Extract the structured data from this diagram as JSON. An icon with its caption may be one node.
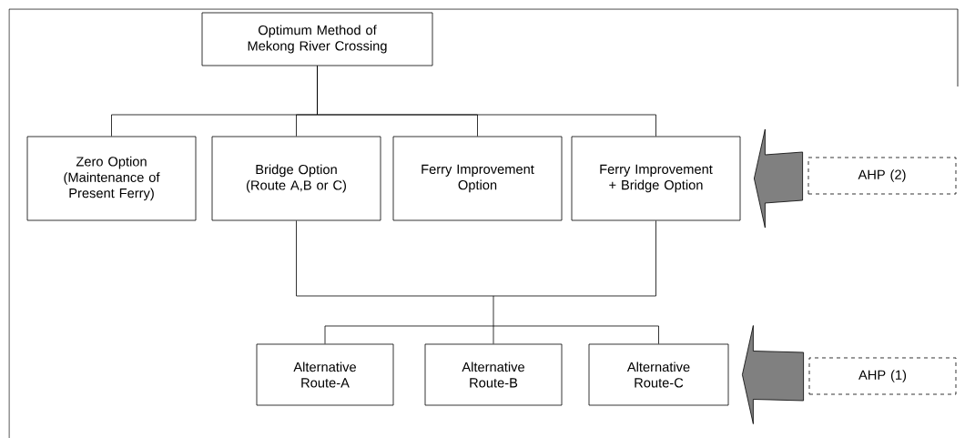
{
  "diagram": {
    "nodes": [
      {
        "text": [
          "Optimum Method of Mekong River Crossing"
        ]
      },
      {
        "text": [
          "Zero Option (Maintenance of Present Ferry)"
        ]
      },
      {
        "text": [
          "Bridge Option (Route A,B or C)"
        ]
      },
      {
        "text": [
          "Ferry Improvement Option"
        ]
      },
      {
        "text": [
          "Ferry Improvement + Bridge Option"
        ]
      },
      {
        "text": [
          "AHP (2)"
        ]
      },
      {
        "text": [
          "Alternative Route-A"
        ]
      },
      {
        "text": [
          "Alternative Route-B"
        ]
      },
      {
        "text": [
          "Alternative Route-C"
        ]
      },
      {
        "text": [
          "AHP (1)"
        ]
      }
    ],
    "edges": [
      {
        "from": 0,
        "to": 1,
        "arrow": "none"
      },
      {
        "from": 0,
        "to": 2,
        "arrow": "none"
      },
      {
        "from": 0,
        "to": 3,
        "arrow": "none"
      },
      {
        "from": 0,
        "to": 4,
        "arrow": "none"
      },
      {
        "from": 2,
        "to": 6,
        "arrow": "none"
      },
      {
        "from": 2,
        "to": 7,
        "arrow": "none"
      },
      {
        "from": 2,
        "to": 8,
        "arrow": "none"
      },
      {
        "from": 4,
        "to": 6,
        "arrow": "none"
      },
      {
        "from": 4,
        "to": 7,
        "arrow": "none"
      },
      {
        "from": 4,
        "to": 8,
        "arrow": "none"
      },
      {
        "from": 5,
        "to": 4,
        "arrow": "to",
        "style": "thick",
        "color": "#808080"
      },
      {
        "from": 9,
        "to": 8,
        "arrow": "to",
        "style": "thick",
        "color": "#808080"
      }
    ]
  }
}
